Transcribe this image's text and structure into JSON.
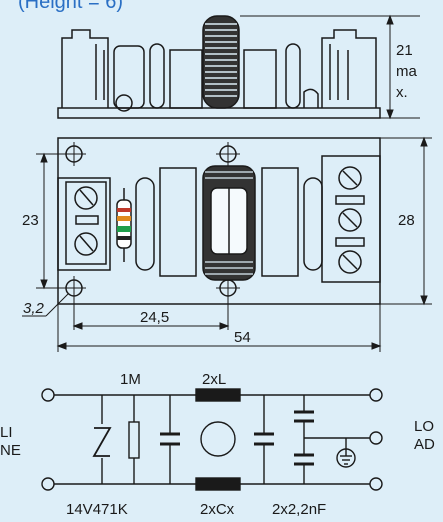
{
  "header_fragment": "(Height = 6)",
  "dimensions": {
    "height_max": [
      "21",
      "ma",
      "x."
    ],
    "board_height": "23",
    "overall_height": "28",
    "hole_diameter": "3,2",
    "hole_spacing": "24,5",
    "board_length": "54"
  },
  "schematic": {
    "left_label": [
      "LI",
      "NE"
    ],
    "right_label": [
      "LO",
      "AD"
    ],
    "resistor_label": "1M",
    "inductor_label": "2xL",
    "varistor_part": "14V471K",
    "cx_label": "2xCx",
    "cy_label": "2x2,2nF"
  },
  "colors": {
    "background": "#ddeef8",
    "outline": "#1a1a1a",
    "header_text": "#2a6fc4",
    "choke_fill": "#333333"
  }
}
